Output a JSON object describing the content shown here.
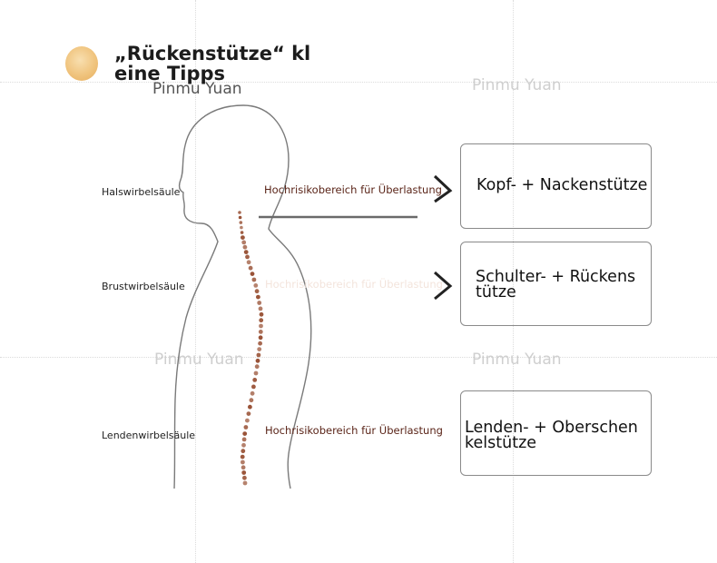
{
  "header": {
    "title": "„Rückenstütze“ kleine Tipps",
    "logo_icon": "sun-orb-icon"
  },
  "watermarks": [
    "Pinmu Yuan",
    "Pinmu Yuan",
    "Pinmu Yuan",
    "Pinmu Yuan"
  ],
  "regions": {
    "cervical": "Halswirbelsäule",
    "thoracic": "Brustwirbelsäule",
    "lumbar": "Lendenwirbelsäule"
  },
  "risk_labels": [
    "Hochrisikobereich für Überlastung",
    "Hochrisikobereich für Überlastung",
    "Hochrisikobereich für Überlastung"
  ],
  "supports": [
    "Kopf- + Nackenstütze",
    "Schulter- + Rückenstütze",
    "Lenden- + Oberschenkelstütze"
  ],
  "colors": {
    "spine_dots": "#8b3a1a",
    "box_border": "#8a8a8a",
    "risk_text": "#5a2418"
  }
}
